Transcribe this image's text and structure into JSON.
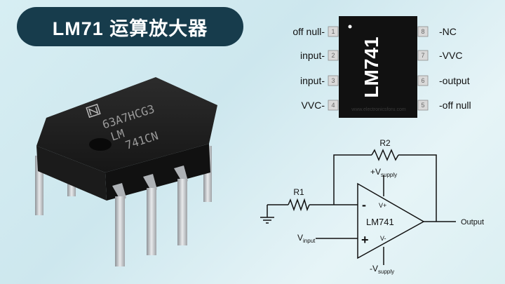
{
  "title": "LM71 运算放大器",
  "chip_photo": {
    "marking_lines": [
      "63A7HCG3",
      "LM",
      "741CN"
    ]
  },
  "pinout": {
    "chip_label": "LM741",
    "watermark": "www.electronicsforu.com",
    "left_pins": [
      {
        "number": "1",
        "label": "off null-"
      },
      {
        "number": "2",
        "label": "input-"
      },
      {
        "number": "3",
        "label": "input-"
      },
      {
        "number": "4",
        "label": "VVC-"
      }
    ],
    "right_pins": [
      {
        "number": "8",
        "label": "-NC"
      },
      {
        "number": "7",
        "label": "-VVC"
      },
      {
        "number": "6",
        "label": "-output"
      },
      {
        "number": "5",
        "label": "-off null"
      }
    ]
  },
  "circuit": {
    "r1": "R1",
    "r2": "R2",
    "opamp_label": "LM741",
    "minus_sign": "-",
    "plus_sign": "+",
    "vplus": "V+",
    "vminus": "V-",
    "supply_pos_prefix": "+V",
    "supply_neg_prefix": "-V",
    "supply_sub": "supply",
    "vinput_main": "V",
    "vinput_sub": "input",
    "output_label": "Output"
  },
  "colors": {
    "title_bg": "#173c4c",
    "chip_body": "#1e1e1e",
    "pin_metal": "#c9ccd0"
  }
}
